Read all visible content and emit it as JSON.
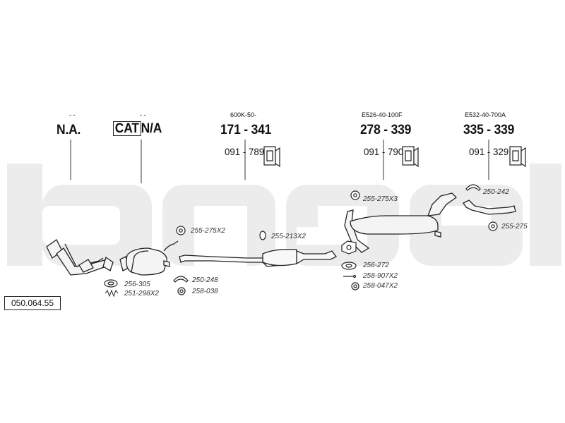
{
  "diagram_code": "050.064.55",
  "sections": [
    {
      "id": "s1",
      "big": "N.A.",
      "tiny": "- -"
    },
    {
      "id": "s2",
      "big_cat": "CAT",
      "big_rest": "N/A",
      "tiny": "- -"
    },
    {
      "id": "s3",
      "big": "171 - 341",
      "tiny": "600K-50-",
      "ref": "091 - 789"
    },
    {
      "id": "s4",
      "big": "278 - 339",
      "tiny": "E526-40-100F",
      "ref": "091 - 790"
    },
    {
      "id": "s5",
      "big": "335 - 339",
      "tiny": "E532-40-700A",
      "ref": "091 - 329"
    }
  ],
  "parts": {
    "p1": "256-305",
    "p2": "251-298X2",
    "p3": "255-275X2",
    "p4": "250-248",
    "p5": "258-038",
    "p6": "255-213X2",
    "p7": "255-275X3",
    "p8": "256-272",
    "p9": "258-907X2",
    "p10": "258-047X2",
    "p11": "250-242",
    "p12": "255-275"
  },
  "watermark": "bosal",
  "colors": {
    "watermark": "#ececec",
    "line": "#222222",
    "part_fill": "#f4f4f4"
  }
}
